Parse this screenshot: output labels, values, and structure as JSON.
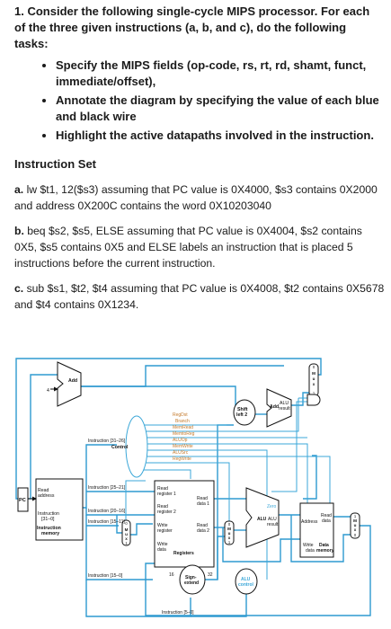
{
  "question": {
    "title": "1. Consider the following single-cycle MIPS processor. For each of the three given instructions (a, b, and c), do the following tasks:",
    "tasks": [
      "Specify the MIPS fields (op-code, rs, rt, rd, shamt, funct, immediate/offset),",
      "Annotate the diagram by specifying the value of each blue and black wire",
      "Highlight the active datapaths involved in the instruction."
    ]
  },
  "instruction_set": {
    "heading": "Instruction Set",
    "items": [
      {
        "label": "a.",
        "text": "lw $t1, 12($s3) assuming that PC value is 0X4000, $s3 contains 0X2000 and address 0X200C contains the word 0X10203040"
      },
      {
        "label": "b.",
        "text": "beq $s2, $s5, ELSE  assuming that PC value is 0X4004, $s2 contains 0X5, $s5 contains 0X5 and ELSE labels an instruction that is placed 5 instructions before the current instruction."
      },
      {
        "label": "c.",
        "text": "sub $s1, $t2, $t4 assuming that PC value is 0X4008, $t2 contains 0X5678 and $t4 contains 0X1234."
      }
    ]
  },
  "diagram": {
    "pc": "PC",
    "read_address": [
      "Read",
      "address"
    ],
    "instruction_mem": [
      "Instruction",
      "[31–0]",
      "Instruction",
      "memory"
    ],
    "add1": "Add",
    "four": "4",
    "add2": [
      "Add",
      "ALU",
      "result"
    ],
    "shift": [
      "Shift",
      "left 2"
    ],
    "control": "Control",
    "control_signals": [
      "RegDst",
      "Branch",
      "MemRead",
      "MemtoReg",
      "ALUOp",
      "MemWrite",
      "ALUSrc",
      "RegWrite"
    ],
    "instr_fields": [
      "Instruction [31–26]",
      "Instruction [25–21]",
      "Instruction [20–16]",
      "Instruction [15–11]",
      "Instruction [15–0]",
      "Instruction [5–0]"
    ],
    "registers": [
      "Read",
      "register 1",
      "Read",
      "register 2",
      "Write",
      "register",
      "Write",
      "data",
      "Registers",
      "Read",
      "data 1",
      "Read",
      "data 2"
    ],
    "sign_extend": [
      "Sign-",
      "extend"
    ],
    "bits": [
      "16",
      "32"
    ],
    "alu": [
      "Zero",
      "ALU",
      "ALU",
      "result"
    ],
    "alu_control": [
      "ALU",
      "control"
    ],
    "data_memory": [
      "Address",
      "Read",
      "data",
      "Write",
      "data",
      "Data",
      "memory"
    ],
    "mux_letters": [
      "M",
      "u",
      "x"
    ],
    "mux_inputs": [
      "0",
      "1"
    ],
    "colors": {
      "blue": "#2e9ad0",
      "black": "#111111",
      "control": "#3ba7d8"
    }
  }
}
